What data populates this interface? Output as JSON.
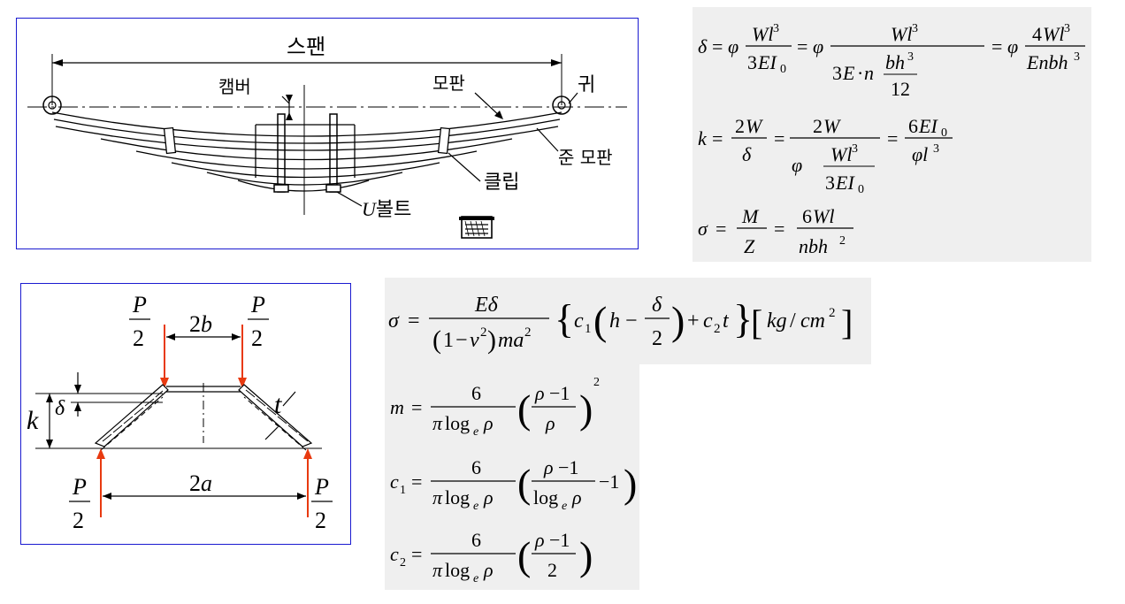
{
  "spring": {
    "labels": {
      "span": "스팬",
      "camber": "캠버",
      "main_leaf": "모판",
      "eye": "귀",
      "sub_main_leaf": "준 모판",
      "clip": "클립",
      "u_bolt_prefix": "U",
      "u_bolt_suffix": "볼트"
    }
  },
  "disk": {
    "p": "P",
    "two": "2",
    "two_b": "2b",
    "two_a": "2a",
    "k": "k",
    "delta": "δ",
    "t": "t"
  },
  "colors": {
    "frame": "#1a1ad0",
    "formula_bg": "#efefef",
    "arrow": "#e83a10"
  }
}
